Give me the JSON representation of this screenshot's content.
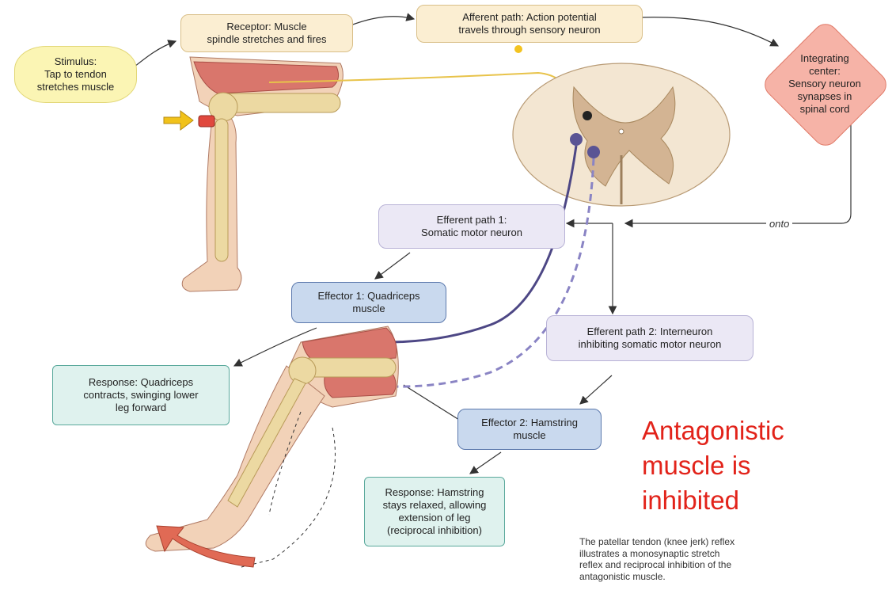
{
  "boxes": {
    "stimulus": "Stimulus:\nTap to tendon\nstretches muscle",
    "receptor": "Receptor: Muscle\nspindle stretches and fires",
    "afferent": "Afferent path: Action potential\ntravels through sensory neuron",
    "integrating": "Integrating\ncenter:\nSensory neuron\nsynapses in\nspinal cord",
    "efferent1": "Efferent path 1:\nSomatic motor neuron",
    "effector1": "Effector 1: Quadriceps\nmuscle",
    "efferent2": "Efferent path 2: Interneuron\ninhibiting somatic motor neuron",
    "response1": "Response: Quadriceps\ncontracts, swinging lower\nleg forward",
    "effector2": "Effector 2: Hamstring\nmuscle",
    "response2": "Response: Hamstring\nstays relaxed, allowing\nextension of leg\n(reciprocal inhibition)"
  },
  "connector_label": "onto",
  "annotation": "Antagonistic\nmuscle is\ninhibited",
  "caption": "The patellar tendon (knee jerk) reflex\nillustrates a monosynaptic stretch\nreflex and reciprocal inhibition of the\nantagonistic muscle.",
  "colors": {
    "annotation": "#e2231a",
    "skin": "#f2d2b8",
    "bone": "#ecd9a2",
    "muscle": "#d9766c",
    "spinal_gray": "#d3b493",
    "spinal_white": "#f3e6d2",
    "motor_neuron": "#5a5494",
    "arrow": "#e06a55"
  }
}
